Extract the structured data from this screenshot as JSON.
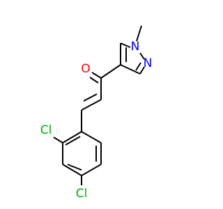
{
  "molecule": {
    "atom_labels": {
      "oxygen": "O",
      "n_methyl": "N",
      "n_ring": "N",
      "cl_ortho": "Cl",
      "cl_para": "Cl"
    },
    "colors": {
      "bond": "#000000",
      "oxygen": "#ff0000",
      "nitrogen": "#0000ff",
      "chlorine": "#00b000"
    }
  }
}
